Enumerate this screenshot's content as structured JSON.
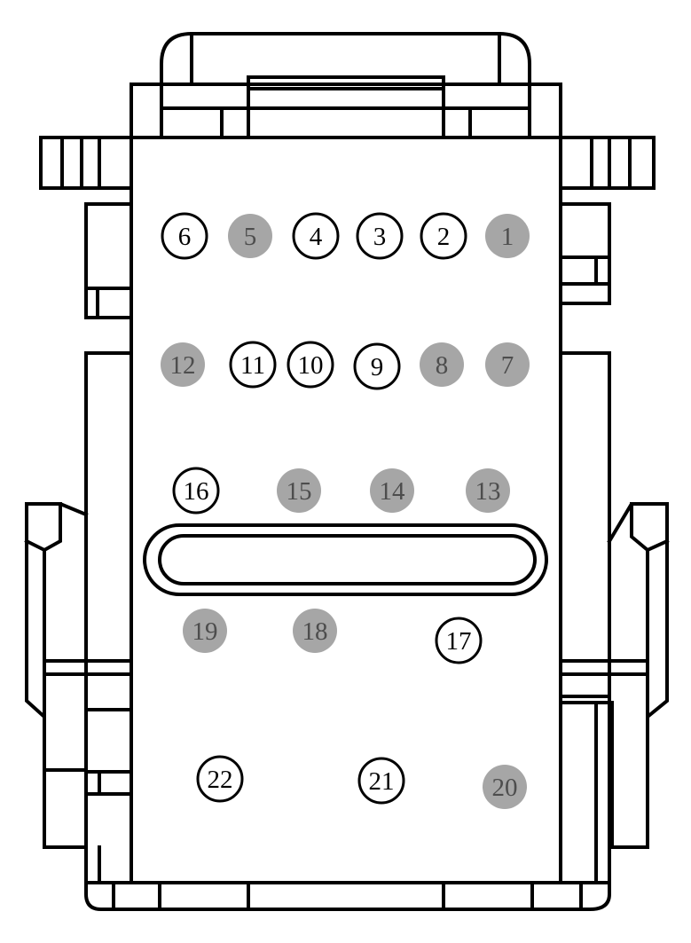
{
  "colors": {
    "outline": "#000000",
    "background": "#ffffff",
    "pin_populated_fill": "#a6a6a6",
    "pin_populated_text": "#4d4d4d",
    "pin_empty_fill": "#ffffff",
    "pin_empty_text": "#000000"
  },
  "pins": [
    {
      "number": "1",
      "filled": true
    },
    {
      "number": "2",
      "filled": false
    },
    {
      "number": "3",
      "filled": false
    },
    {
      "number": "4",
      "filled": false
    },
    {
      "number": "5",
      "filled": true
    },
    {
      "number": "6",
      "filled": false
    },
    {
      "number": "7",
      "filled": true
    },
    {
      "number": "8",
      "filled": true
    },
    {
      "number": "9",
      "filled": false
    },
    {
      "number": "10",
      "filled": false
    },
    {
      "number": "11",
      "filled": false
    },
    {
      "number": "12",
      "filled": true
    },
    {
      "number": "13",
      "filled": true
    },
    {
      "number": "14",
      "filled": true
    },
    {
      "number": "15",
      "filled": true
    },
    {
      "number": "16",
      "filled": false
    },
    {
      "number": "17",
      "filled": false
    },
    {
      "number": "18",
      "filled": true
    },
    {
      "number": "19",
      "filled": true
    },
    {
      "number": "20",
      "filled": true
    },
    {
      "number": "21",
      "filled": false
    },
    {
      "number": "22",
      "filled": false
    }
  ]
}
